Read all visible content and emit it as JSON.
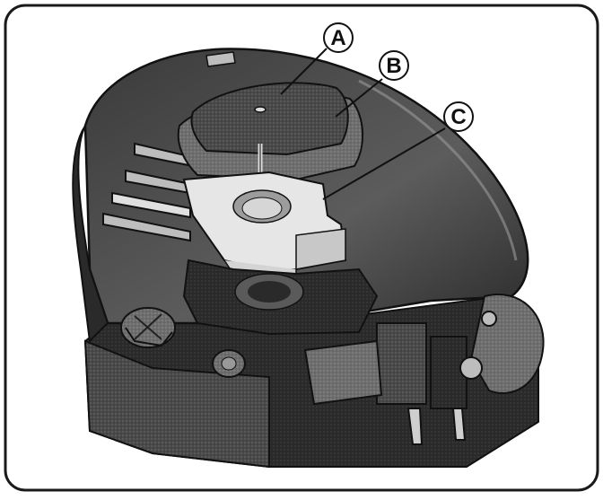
{
  "figure": {
    "subject": "engine-air-filter-assembly",
    "callouts": [
      {
        "id": "A",
        "label": "A",
        "part": "air-filter-cover"
      },
      {
        "id": "B",
        "label": "B",
        "part": "air-filter-housing"
      },
      {
        "id": "C",
        "label": "C",
        "part": "air-filter-cartridge"
      }
    ]
  },
  "colors": {
    "border": "#1a1a1a",
    "engine_dark": "#2b2b2b",
    "engine_mid": "#5a5a5a",
    "filter_light": "#e6e6e6"
  }
}
